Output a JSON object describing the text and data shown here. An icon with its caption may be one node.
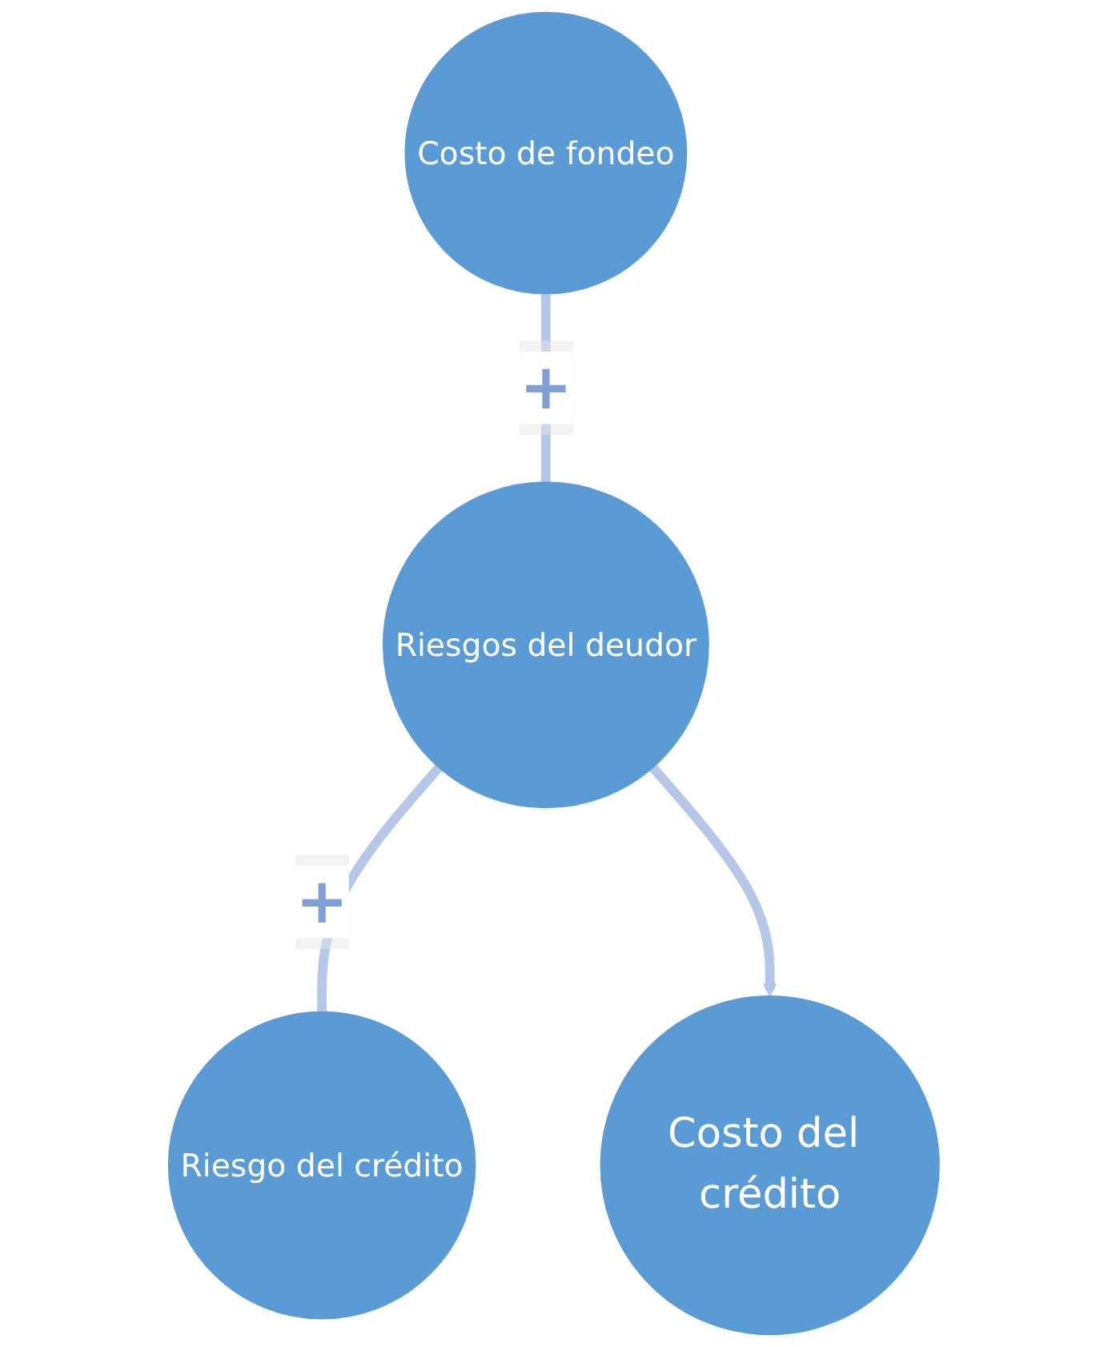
{
  "diagram": {
    "nodes": [
      {
        "text": [
          "Costo de fondeo"
        ]
      },
      {
        "text": [
          "Riesgos del deudor"
        ]
      },
      {
        "text": [
          "Riesgo del crédito"
        ]
      },
      {
        "text": [
          "Costo del crédito"
        ]
      }
    ],
    "edges": [
      {
        "from": 0,
        "to": 1,
        "arrow": "none",
        "label": "+"
      },
      {
        "from": 1,
        "to": 2,
        "arrow": "none",
        "label": "+"
      },
      {
        "from": 1,
        "to": 3,
        "arrow": "to"
      }
    ]
  }
}
